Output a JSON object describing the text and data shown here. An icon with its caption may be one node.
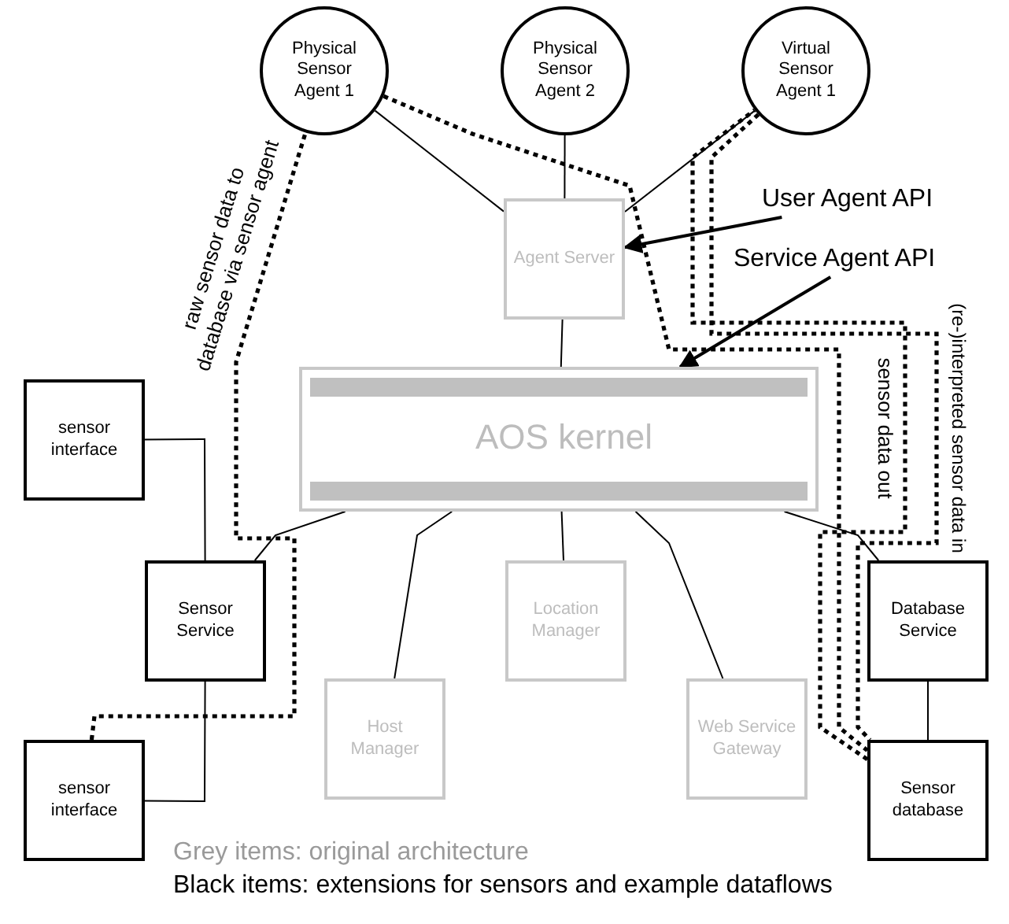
{
  "diagram": {
    "nodes": [
      {
        "text": [
          "Physical Sensor Agent 1"
        ]
      },
      {
        "text": [
          "Physical Sensor Agent 2"
        ]
      },
      {
        "text": [
          "Virtual Sensor Agent 1"
        ]
      },
      {
        "text": [
          "Agent Server"
        ]
      },
      {
        "text": [
          "AOS kernel"
        ]
      },
      {
        "text": [
          "sensor interface"
        ]
      },
      {
        "text": [
          "Sensor Service"
        ]
      },
      {
        "text": [
          "Location Manager"
        ]
      },
      {
        "text": [
          "Database Service"
        ]
      },
      {
        "text": [
          "Host Manager"
        ]
      },
      {
        "text": [
          "Web Service Gateway"
        ]
      },
      {
        "text": [
          "sensor interface"
        ]
      },
      {
        "text": [
          "Sensor database"
        ]
      },
      {
        "text": [
          "User Agent API"
        ]
      },
      {
        "text": [
          "Service Agent API"
        ]
      }
    ],
    "edges": [
      {
        "from": 0,
        "to": 3,
        "arrow": "none"
      },
      {
        "from": 1,
        "to": 3,
        "arrow": "none"
      },
      {
        "from": 2,
        "to": 3,
        "arrow": "none"
      },
      {
        "from": 3,
        "to": 4,
        "arrow": "none"
      },
      {
        "from": 5,
        "to": 6,
        "arrow": "none"
      },
      {
        "from": 4,
        "to": 6,
        "arrow": "none"
      },
      {
        "from": 4,
        "to": 9,
        "arrow": "none"
      },
      {
        "from": 4,
        "to": 7,
        "arrow": "none"
      },
      {
        "from": 4,
        "to": 10,
        "arrow": "none"
      },
      {
        "from": 4,
        "to": 8,
        "arrow": "none"
      },
      {
        "from": 6,
        "to": 11,
        "arrow": "none"
      },
      {
        "from": 8,
        "to": 12,
        "arrow": "none"
      },
      {
        "from": 13,
        "to": 3,
        "arrow": "to"
      },
      {
        "from": 14,
        "to": 4,
        "arrow": "to"
      },
      {
        "from": 11,
        "to": 0,
        "arrow": "none",
        "label": "raw sensor data to database via sensor agent",
        "style": "dashed"
      },
      {
        "from": 0,
        "to": 12,
        "arrow": "none",
        "style": "dashed"
      },
      {
        "from": 12,
        "to": 2,
        "arrow": "none",
        "label": "sensor data out",
        "style": "dashed"
      },
      {
        "from": 2,
        "to": 12,
        "arrow": "none",
        "label": "(re-)interpreted sensor data in",
        "style": "dashed"
      }
    ],
    "labels": [
      "Grey items: original architecture",
      "Black items: extensions for sensors and example dataflows"
    ]
  }
}
